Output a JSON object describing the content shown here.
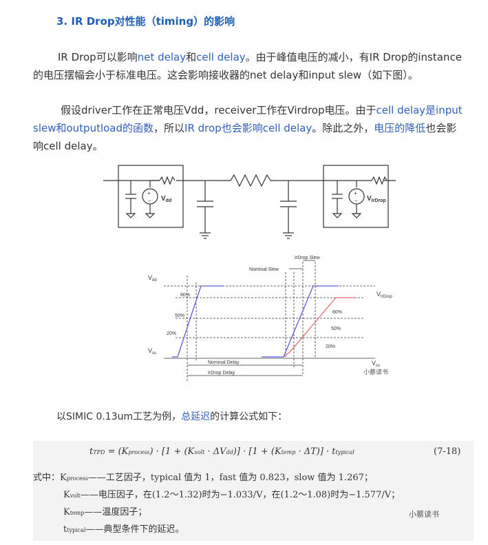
{
  "heading": "3. IR Drop对性能（timing）的影响",
  "p1": {
    "t1": "IR Drop可以影响",
    "h1": "net delay",
    "t2": "和",
    "h2": "cell delay",
    "t3": "。由于峰值电压的减小，有IR Drop的instance的电压摆幅会小于标准电压。这会影响接收器的net delay和input slew（如下图）。"
  },
  "p2": {
    "t1": "假设driver工作在正常电压Vdd，receiver工作在Virdrop电压。由于",
    "h1": "cell delay是input slew和outputload的函数",
    "t2": "，所以",
    "h2": "IR drop也会影响cell delay",
    "t3": "。除此之外，",
    "h3": "电压的降低",
    "t4": "也会影响cell delay。"
  },
  "circuit": {
    "vdd_label": "V",
    "vdd_sub": "dd",
    "virdrop_label": "V",
    "virdrop_sub": "IrDrop"
  },
  "waveform": {
    "vdd": "V",
    "vdd_sub": "dd",
    "vss": "V",
    "vss_sub": "ss",
    "vss2": "V",
    "vss2_sub": "ss",
    "virdrop": "V",
    "virdrop_sub": "IrDrop",
    "p80": "80%",
    "p50": "50%",
    "p20": "20%",
    "r80": "80%",
    "r50": "50%",
    "r20": "20%",
    "nominal_slew": "Nominal Slew",
    "irdrop_slew": "IrDrop Slew",
    "nominal_delay": "Nominal Delay",
    "irdrop_delay": "IrDrop Delay",
    "watermark": "小蔡读书"
  },
  "p3": {
    "t1": "以SIMIC 0.13um工艺为例，",
    "h1": "总延迟",
    "t2": "的计算公式如下："
  },
  "formula": {
    "eq_lhs": "t",
    "eq_lhs_sub": "TPD",
    "eq_body": "= (K",
    "eq_k1_sub": "process",
    "eq_mid1": ") · [1 + (K",
    "eq_k2_sub": "volt",
    "eq_mid2": " · ΔV",
    "eq_v_sub": "dd",
    "eq_mid3": ")] · [1 + (K",
    "eq_k3_sub": "temp",
    "eq_mid4": " · ΔT)] · t",
    "eq_t_sub": "typical",
    "eq_num": "(7-18)",
    "l1_pre": "式中：K",
    "l1_sub": "process",
    "l1_text": "——工艺因子，typical 值为 1，fast 值为 0.823，slow 值为 1.267；",
    "l2_pre": "K",
    "l2_sub": "volt",
    "l2_text": "——电压因子，在(1.2～1.32)时为−1.033/V，在(1.2～1.08)时为−1.577/V；",
    "l3_pre": "K",
    "l3_sub": "temp",
    "l3_text": "——温度因子；",
    "l4_pre": "t",
    "l4_sub": "typical",
    "l4_text": "——典型条件下的延迟。",
    "watermark": "小蔡读书"
  }
}
